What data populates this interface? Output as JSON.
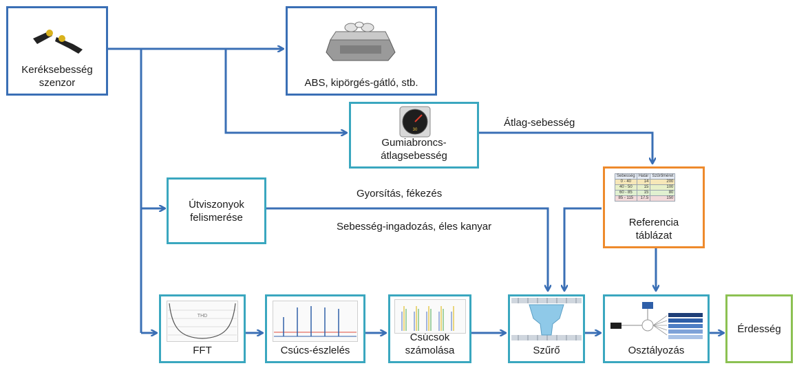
{
  "nodes": {
    "wheel_speed_sensor": {
      "lines": [
        "Keréksebesség",
        "szenzor"
      ],
      "icon": "sensor-icon"
    },
    "abs": {
      "lines": [
        "ABS, kipörgés-gátló, stb."
      ],
      "icon": "abs-unit-icon"
    },
    "tire_avg_speed": {
      "lines": [
        "Gumiabroncs-",
        "átlagsebesség"
      ],
      "icon": "speedometer-icon"
    },
    "road_condition": {
      "lines": [
        "Útviszonyok",
        "felismerése"
      ]
    },
    "reference_table": {
      "lines": [
        "Referencia",
        "táblázat"
      ],
      "table": {
        "headers": [
          "Sebesség",
          "Határ",
          "Szűrőméret"
        ],
        "rows": [
          [
            "0 - 40",
            "14",
            "200"
          ],
          [
            "40 - 50",
            "15",
            "100"
          ],
          [
            "60 - 85",
            "15",
            "80"
          ],
          [
            "85 - 115",
            "17.5",
            "150"
          ]
        ]
      }
    },
    "fft": {
      "lines": [
        "FFT"
      ],
      "icon": "fft-plot-icon",
      "plot_text": "THD"
    },
    "peak_detection": {
      "lines": [
        "Csúcs-észlelés"
      ],
      "icon": "peak-plot-icon"
    },
    "peak_counting": {
      "lines": [
        "Csúcsok",
        "számolása"
      ],
      "icon": "peak-count-plot-icon"
    },
    "filter": {
      "lines": [
        "Szűrő"
      ],
      "icon": "funnel-filter-icon"
    },
    "classification": {
      "lines": [
        "Osztályozás"
      ],
      "icon": "classifier-icon"
    },
    "roughness": {
      "lines": [
        "Érdesség"
      ]
    }
  },
  "edge_labels": {
    "avg_speed": "Átlag-sebesség",
    "accel_brake": "Gyorsítás, fékezés",
    "speed_fluct": "Sebesség-ingadozás, éles kanyar"
  },
  "colors": {
    "arrow": "#3a6fb5",
    "box_blue": "#3a6fb5",
    "box_teal": "#3aa7bf",
    "box_orange": "#ee8a2c",
    "box_green": "#8cc152"
  }
}
